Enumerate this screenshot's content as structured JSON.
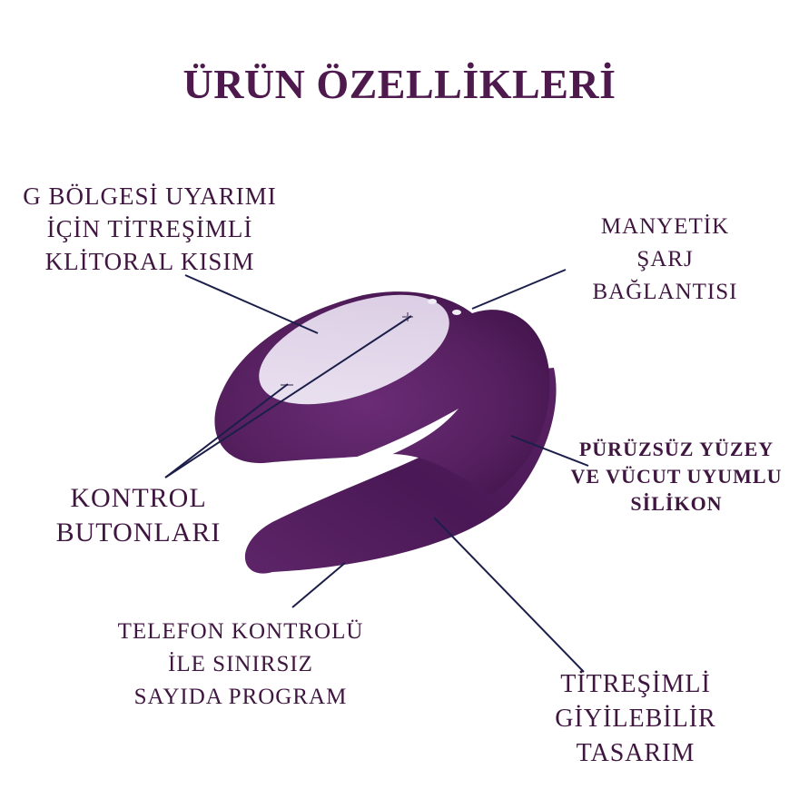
{
  "title": "ÜRÜN ÖZELLİKLERİ",
  "colors": {
    "title_text": "#4e1a4e",
    "label_text": "#3f1640",
    "product_body": "#5b2466",
    "product_shadow": "#3e1248",
    "product_highlight": "#7a3b86",
    "control_pad": "#e6dcee",
    "pointer_line": "#1c1e4a"
  },
  "labels": {
    "g_spot": {
      "lines": [
        "G BÖLGESİ UYARIMI",
        "İÇİN TİTREŞİMLİ",
        "KLİTORAL KISIM"
      ]
    },
    "magnetic_charge": {
      "lines": [
        "MANYETİK",
        "ŞARJ",
        "BAĞLANTISI"
      ]
    },
    "smooth_surface": {
      "lines": [
        "PÜRÜZSÜZ YÜZEY",
        "VE VÜCUT UYUMLU",
        "SİLİKON"
      ]
    },
    "control_buttons": {
      "lines": [
        "KONTROL",
        "BUTONLARI"
      ]
    },
    "phone_control": {
      "lines": [
        "TELEFON KONTROLÜ",
        "İLE SINIRSIZ",
        "SAYIDA PROGRAM"
      ]
    },
    "wearable": {
      "lines": [
        "TİTREŞİMLİ",
        "GİYİLEBİLİR",
        "TASARIM"
      ]
    }
  },
  "icons": {
    "product": "wearable-vibrator-illustration",
    "pointer": "callout-line"
  }
}
